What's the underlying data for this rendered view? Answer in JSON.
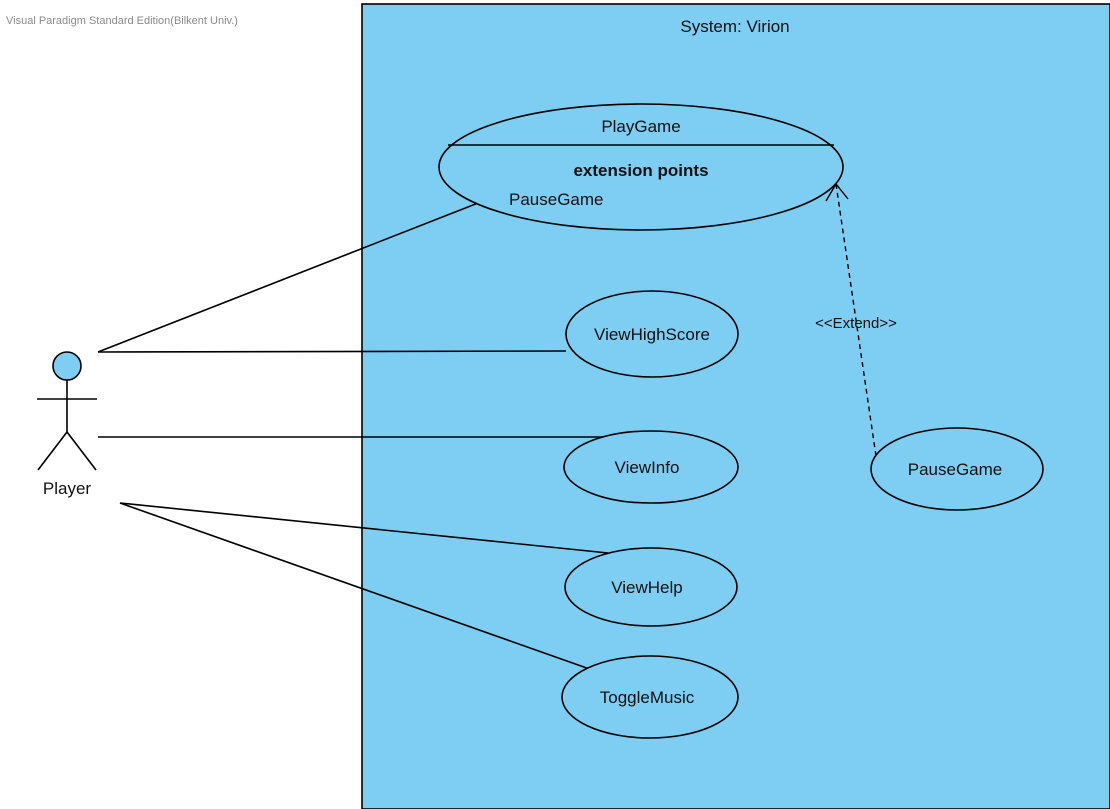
{
  "watermark": "Visual Paradigm Standard Edition(Bilkent Univ.)",
  "colors": {
    "system_fill": "#7ecdf2",
    "actor_head_fill": "#7ecdf2",
    "stroke": "#000000"
  },
  "system": {
    "title": "System: Virion"
  },
  "actor": {
    "name": "Player"
  },
  "use_cases": {
    "play_game": {
      "name": "PlayGame",
      "extension_points_heading": "extension points",
      "extension_point": "PauseGame"
    },
    "view_high_score": {
      "name": "ViewHighScore"
    },
    "view_info": {
      "name": "ViewInfo"
    },
    "view_help": {
      "name": "ViewHelp"
    },
    "toggle_music": {
      "name": "ToggleMusic"
    },
    "pause_game": {
      "name": "PauseGame"
    }
  },
  "relationships": {
    "extend_label": "<<Extend>>"
  }
}
